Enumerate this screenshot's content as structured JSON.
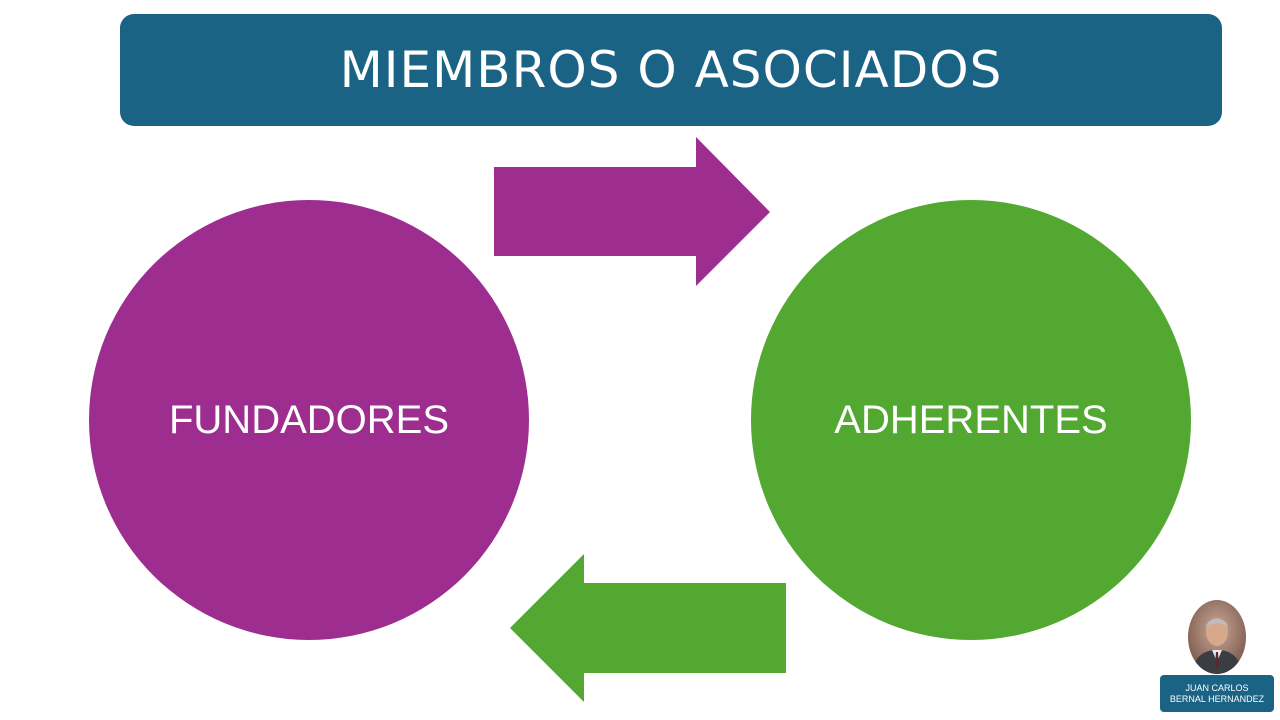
{
  "title": "MIEMBROS O ASOCIADOS",
  "nodes": {
    "left": {
      "label": "FUNDADORES"
    },
    "right": {
      "label": "ADHERENTES"
    }
  },
  "arrows": {
    "top": {
      "direction": "right"
    },
    "bottom": {
      "direction": "left"
    }
  },
  "author": {
    "line1": "JUAN CARLOS",
    "line2": "BERNAL HERNANDEZ"
  },
  "colors": {
    "title_bar": "#1a6384",
    "purple": "#9d2e90",
    "green": "#52a830",
    "author_tag": "#1a6384"
  }
}
